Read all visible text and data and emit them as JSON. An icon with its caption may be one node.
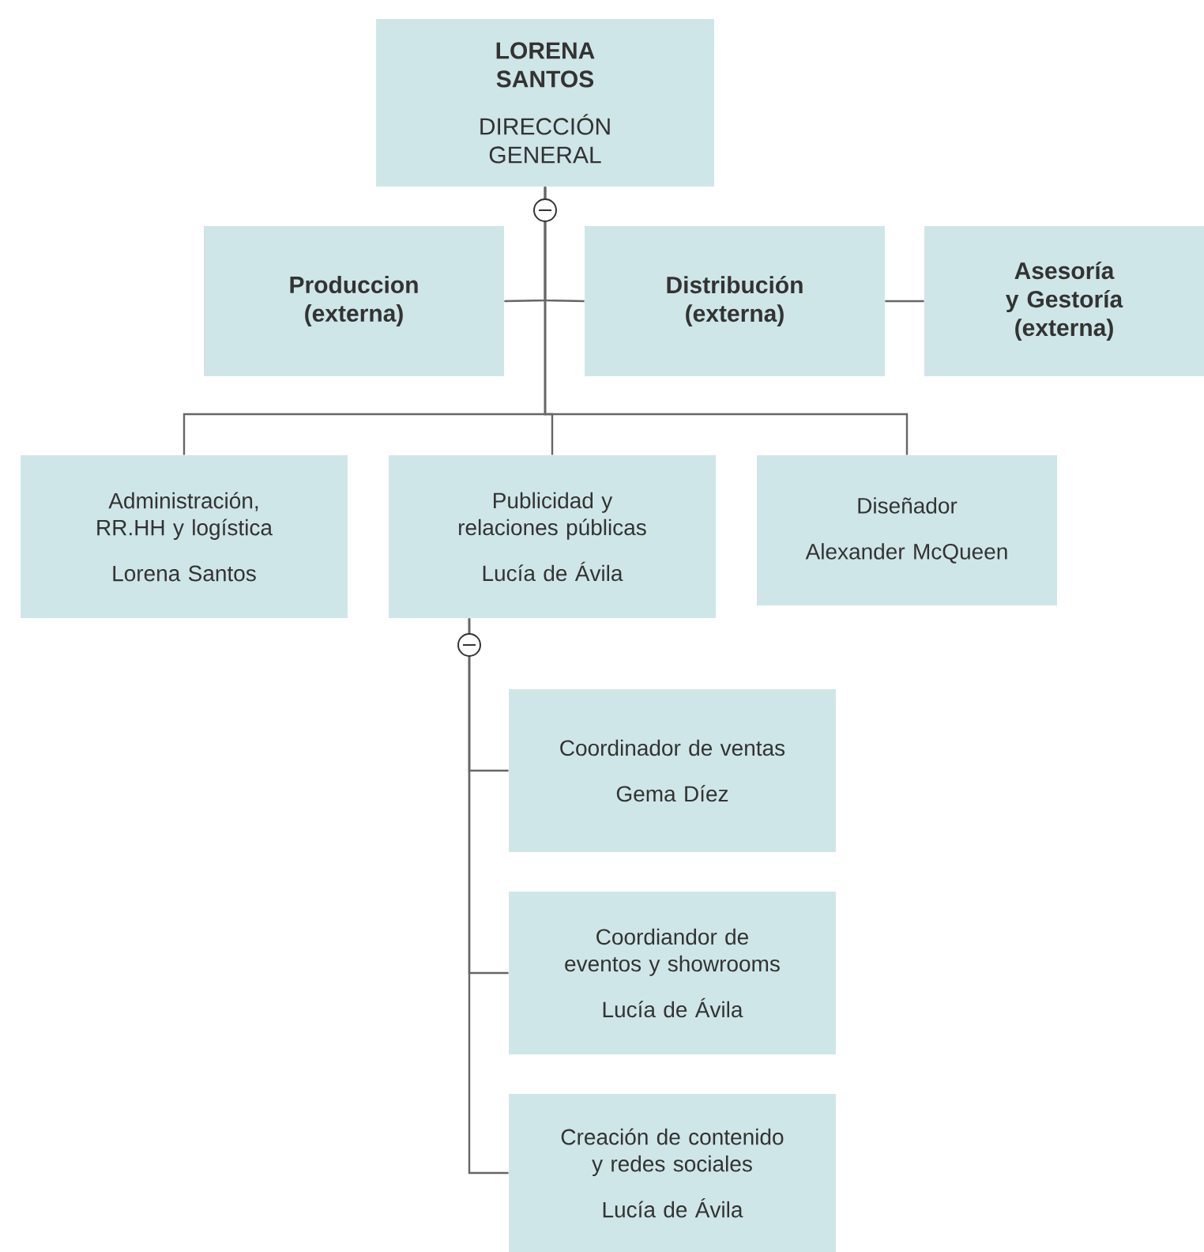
{
  "diagram": {
    "nodes": [
      {
        "text": [
          "LORENA SANTOS",
          "DIRECCIÓN GENERAL"
        ]
      },
      {
        "text": [
          "Produccion (externa)"
        ]
      },
      {
        "text": [
          "Distribución (externa)"
        ]
      },
      {
        "text": [
          "Asesoría y Gestoría (externa)"
        ]
      },
      {
        "text": [
          "Administración, RR.HH y logística",
          "Lorena Santos"
        ]
      },
      {
        "text": [
          "Publicidad y relaciones públicas",
          "Lucía de Ávila"
        ]
      },
      {
        "text": [
          "Diseñador",
          "Alexander McQueen"
        ]
      },
      {
        "text": [
          "Coordinador de ventas",
          "Gema Díez"
        ]
      },
      {
        "text": [
          "Coordiandor de eventos y showrooms",
          "Lucía de Ávila"
        ]
      },
      {
        "text": [
          "Creación de contenido y redes sociales",
          "Lucía de Ávila"
        ]
      }
    ],
    "edges": [
      {
        "from": 0,
        "to": 1,
        "arrow": "none"
      },
      {
        "from": 0,
        "to": 2,
        "arrow": "none"
      },
      {
        "from": 2,
        "to": 3,
        "arrow": "none"
      },
      {
        "from": 0,
        "to": 4,
        "arrow": "none"
      },
      {
        "from": 0,
        "to": 5,
        "arrow": "none"
      },
      {
        "from": 0,
        "to": 6,
        "arrow": "none"
      },
      {
        "from": 5,
        "to": 7,
        "arrow": "none"
      },
      {
        "from": 5,
        "to": 8,
        "arrow": "none"
      },
      {
        "from": 5,
        "to": 9,
        "arrow": "none"
      }
    ]
  }
}
